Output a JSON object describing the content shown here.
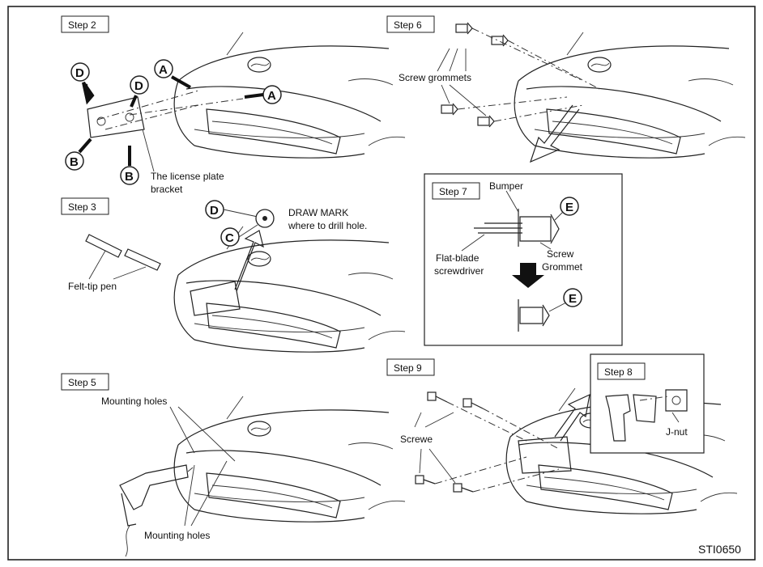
{
  "figure_id": "STI0650",
  "steps": {
    "step2": "Step 2",
    "step3": "Step 3",
    "step5": "Step 5",
    "step6": "Step 6",
    "step7": "Step 7",
    "step8": "Step 8",
    "step9": "Step 9"
  },
  "callouts": {
    "a": "A",
    "b": "B",
    "c": "C",
    "d": "D",
    "e": "E"
  },
  "labels": {
    "license_plate_bracket_1": "The license plate",
    "license_plate_bracket_2": "bracket",
    "draw_mark_1": "DRAW MARK",
    "draw_mark_2": "where to drill hole.",
    "felt_tip_pen": "Felt-tip pen",
    "mounting_holes": "Mounting holes",
    "screw_grommets": "Screw grommets",
    "bumper": "Bumper",
    "screw": "Screw",
    "grommet": "Grommet",
    "flat_blade_1": "Flat-blade",
    "flat_blade_2": "screwdriver",
    "screws": "Screwe",
    "j_nut": "J-nut"
  }
}
